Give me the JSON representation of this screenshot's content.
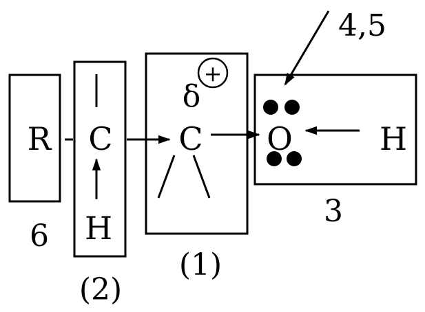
{
  "diagram": {
    "colors": {
      "stroke": "#000000",
      "background": "#ffffff"
    },
    "boxes": {
      "box_r": {
        "atom": "R",
        "caption": "6"
      },
      "box_2": {
        "atom_c": "C",
        "atom_h": "H",
        "caption": "(2)"
      },
      "box_1": {
        "atom_c": "C",
        "delta": "δ",
        "charge": "+",
        "caption": "(1)"
      },
      "box_3": {
        "atom_o": "O",
        "atom_h": "H",
        "caption": "3"
      }
    },
    "annotation": "4,5"
  }
}
